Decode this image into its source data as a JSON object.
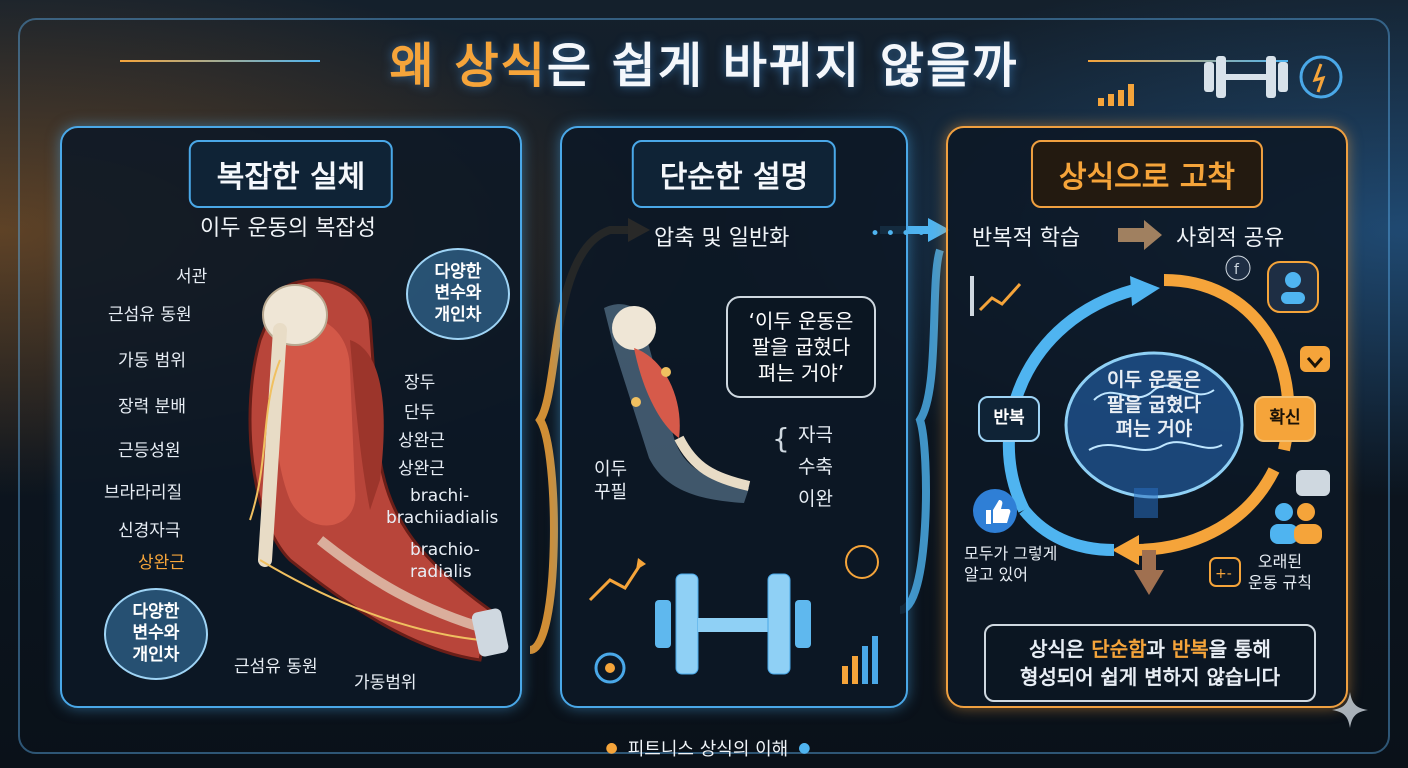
{
  "title": {
    "prefix": "왜 상식",
    "suffix": "은 쉽게 바뀌지 않을까"
  },
  "panel1": {
    "title": "복잡한 실체",
    "subtitle": "이두 운동의 복잡성",
    "labels_left": [
      "서관",
      "근섬유 동원",
      "가동 범위",
      "장력 분배",
      "근등성원",
      "브라라리질",
      "신경자극"
    ],
    "label_left_highlight": "상완근",
    "labels_right": [
      "장두",
      "단두",
      "상완근",
      "상완근",
      "brachi-",
      "brachiiadialis",
      "brachio-",
      "radialis"
    ],
    "bubble_top": "다양한\n변수와\n개인차",
    "bubble_bottom": "다양한\n변수와\n개인차",
    "bottom_labels": [
      "근섬유 동원",
      "가동범위"
    ]
  },
  "panel2": {
    "title": "단순한 설명",
    "step": "압축 및 일반화",
    "quote": "‘이두 운동은\n팔을 굽혔다\n펴는 거야’",
    "arm_label": "이두\n꾸필",
    "brace_items": [
      "자극",
      "수축",
      "이완"
    ]
  },
  "panel3": {
    "title": "상식으로 고착",
    "step1": "반복적 학습",
    "step2": "사회적 공유",
    "brain_text": "이두 운동은\n팔을 굽혔다\n펴는 거야",
    "cycle_left": "반복",
    "cycle_right": "확신",
    "note_left": "모두가 그렇게\n알고 있어",
    "note_right": "오래된\n운동 규칙",
    "summary_line1_a": "상식은 ",
    "summary_line1_b": "단순함",
    "summary_line1_c": "과 ",
    "summary_line1_d": "반복",
    "summary_line1_e": "을 통해",
    "summary_line2": "형성되어 쉽게 변하지 않습니다"
  },
  "footer": "피트니스 상식의 이해",
  "colors": {
    "accent_orange": "#f5a43a",
    "accent_blue": "#4aa8e8",
    "muscle_red": "#c8493c"
  }
}
